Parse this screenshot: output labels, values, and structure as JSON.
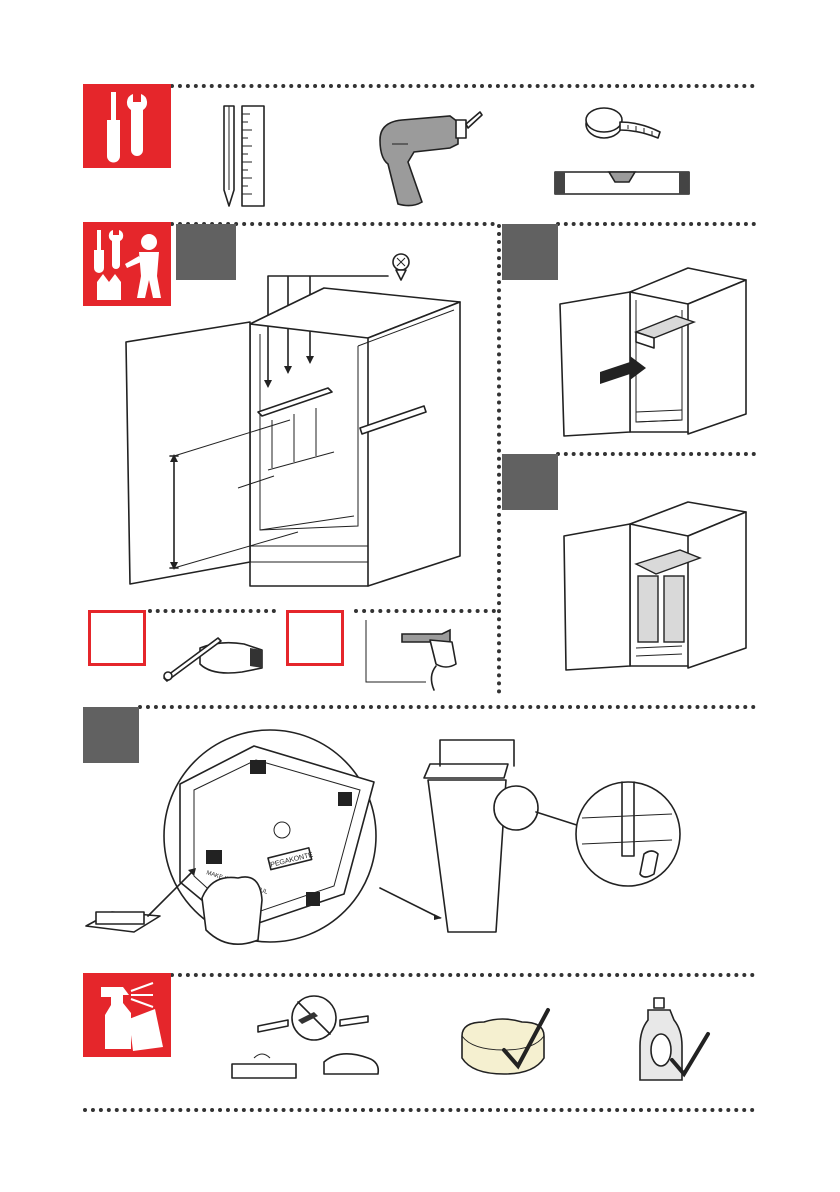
{
  "colors": {
    "accent": "#e5262b",
    "step_box": "#616161",
    "line": "#333333"
  },
  "tools_section": {
    "icon": "screwdriver-wrench-icon",
    "items": [
      "pencil-ruler-icon",
      "power-drill-icon",
      "tape-measure-icon",
      "spirit-level-icon"
    ]
  },
  "assembly_section": {
    "icon": "two-person-assembly-icon",
    "steps": [
      {
        "id": "step-1",
        "icon": "cabinet-rail-mounting-icon"
      },
      {
        "id": "step-2",
        "icon": "insert-frame-icon"
      },
      {
        "id": "step-3",
        "icon": "bins-installed-icon"
      },
      {
        "id": "step-4",
        "icon": "bin-label-and-handle-icon"
      }
    ],
    "sub_steps": [
      "mark-holes-icon",
      "drill-holes-icon"
    ],
    "bin_label_text": [
      "MAKE IT WONDERFUL",
      "PEGAKONTE"
    ]
  },
  "care_section": {
    "icon": "spray-bottle-cloth-icon",
    "items": [
      "no-solvents-icon",
      "sponge-ok-icon",
      "detergent-ok-icon"
    ]
  }
}
